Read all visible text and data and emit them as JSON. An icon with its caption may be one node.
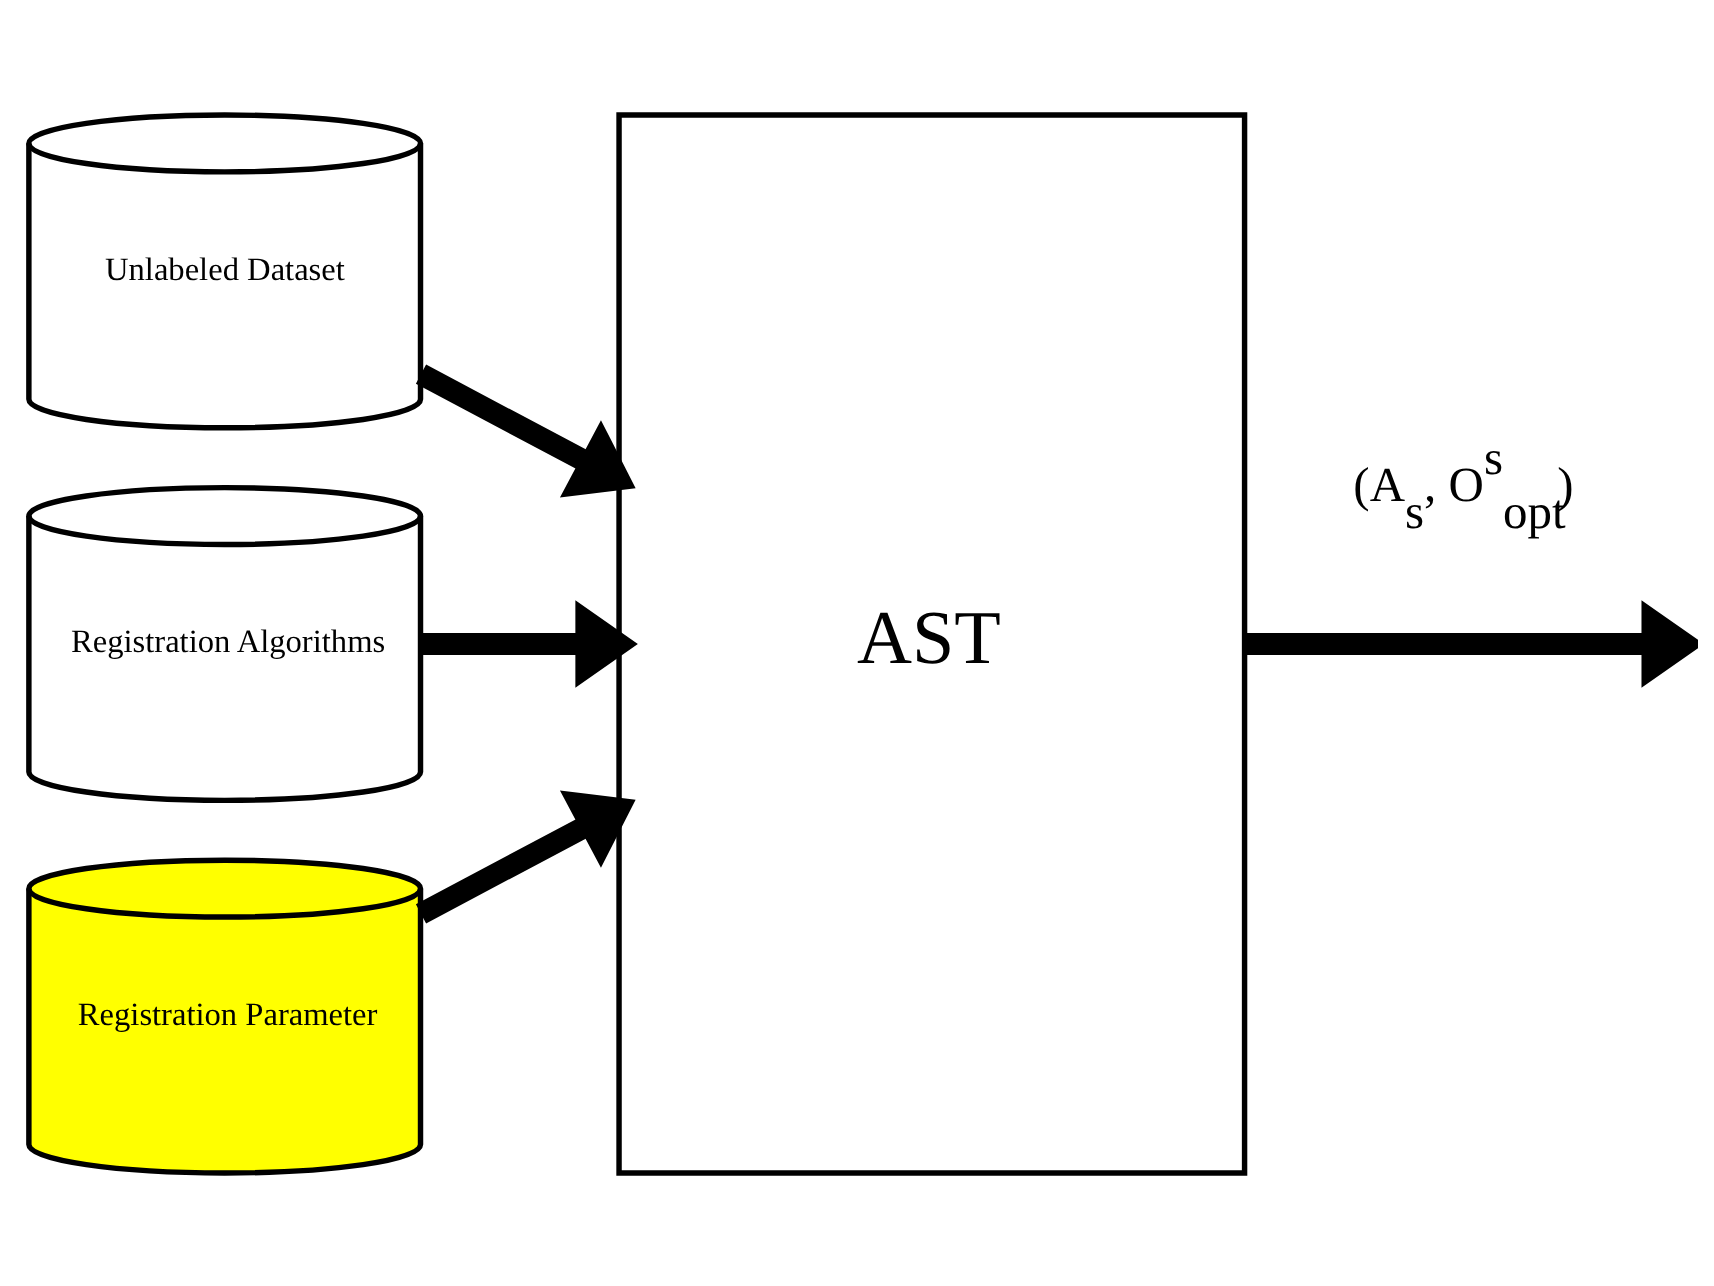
{
  "diagram": {
    "nodes": [
      {
        "text": [
          "Unlabeled Dataset"
        ]
      },
      {
        "text": [
          "Registration Algorithms"
        ]
      },
      {
        "text": [
          "Registration Parameter"
        ]
      },
      {
        "text": [
          "AST"
        ]
      }
    ],
    "edges": [
      {
        "from": 0,
        "to": 3,
        "arrow": "to"
      },
      {
        "from": 1,
        "to": 3,
        "arrow": "to"
      },
      {
        "from": 2,
        "to": 3,
        "arrow": "to"
      },
      {
        "from": 3,
        "to": null,
        "arrow": "to",
        "label": "(A$_{s}$, O$^{s}$$_{opt}$)"
      }
    ]
  }
}
